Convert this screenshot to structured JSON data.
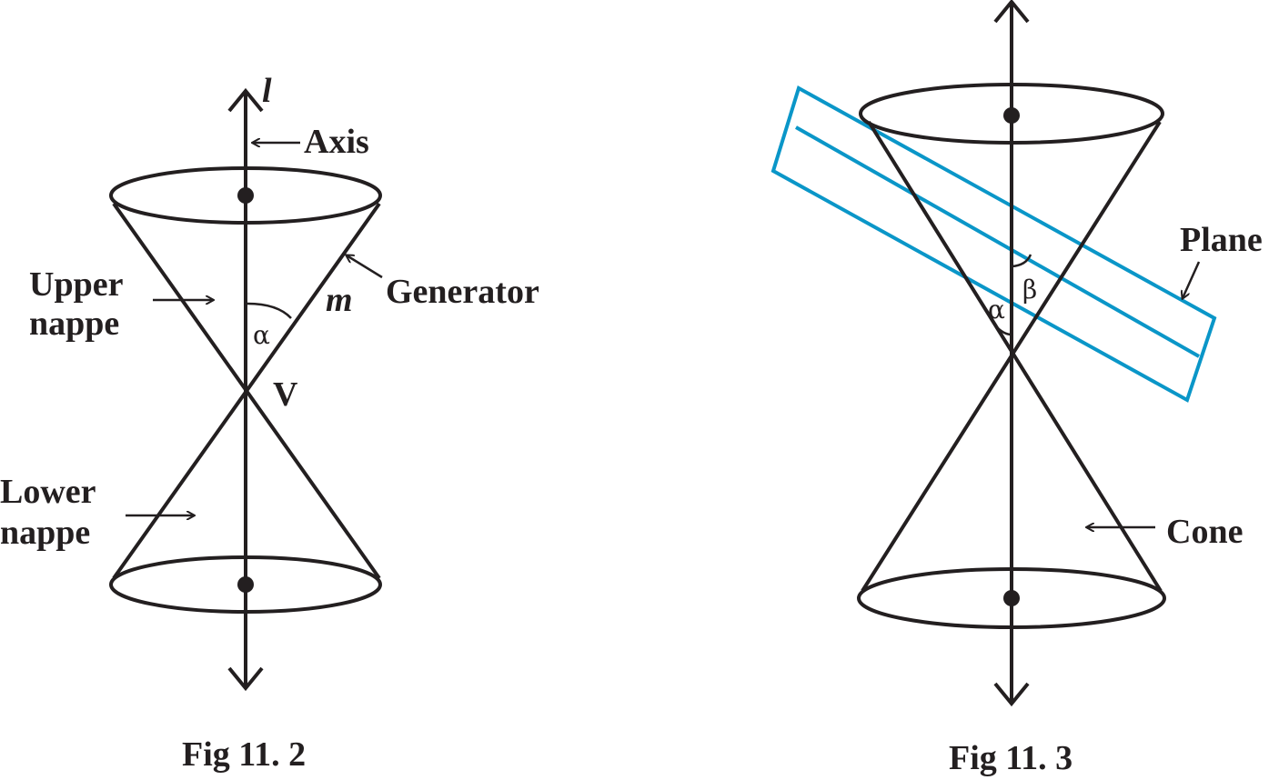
{
  "fig1": {
    "caption": "Fig 11. 2",
    "axis_symbol": "l",
    "axis_label": "Axis",
    "upper_nappe": [
      "Upper",
      "nappe"
    ],
    "lower_nappe": [
      "Lower",
      "nappe"
    ],
    "generator_label": "Generator",
    "generator_symbol": "m",
    "angle": "α",
    "vertex": "V"
  },
  "fig2": {
    "caption": "Fig 11. 3",
    "plane_label": "Plane",
    "cone_label": "Cone",
    "angle_alpha": "α",
    "angle_beta": "β",
    "plane_color": "#0a96c8"
  }
}
